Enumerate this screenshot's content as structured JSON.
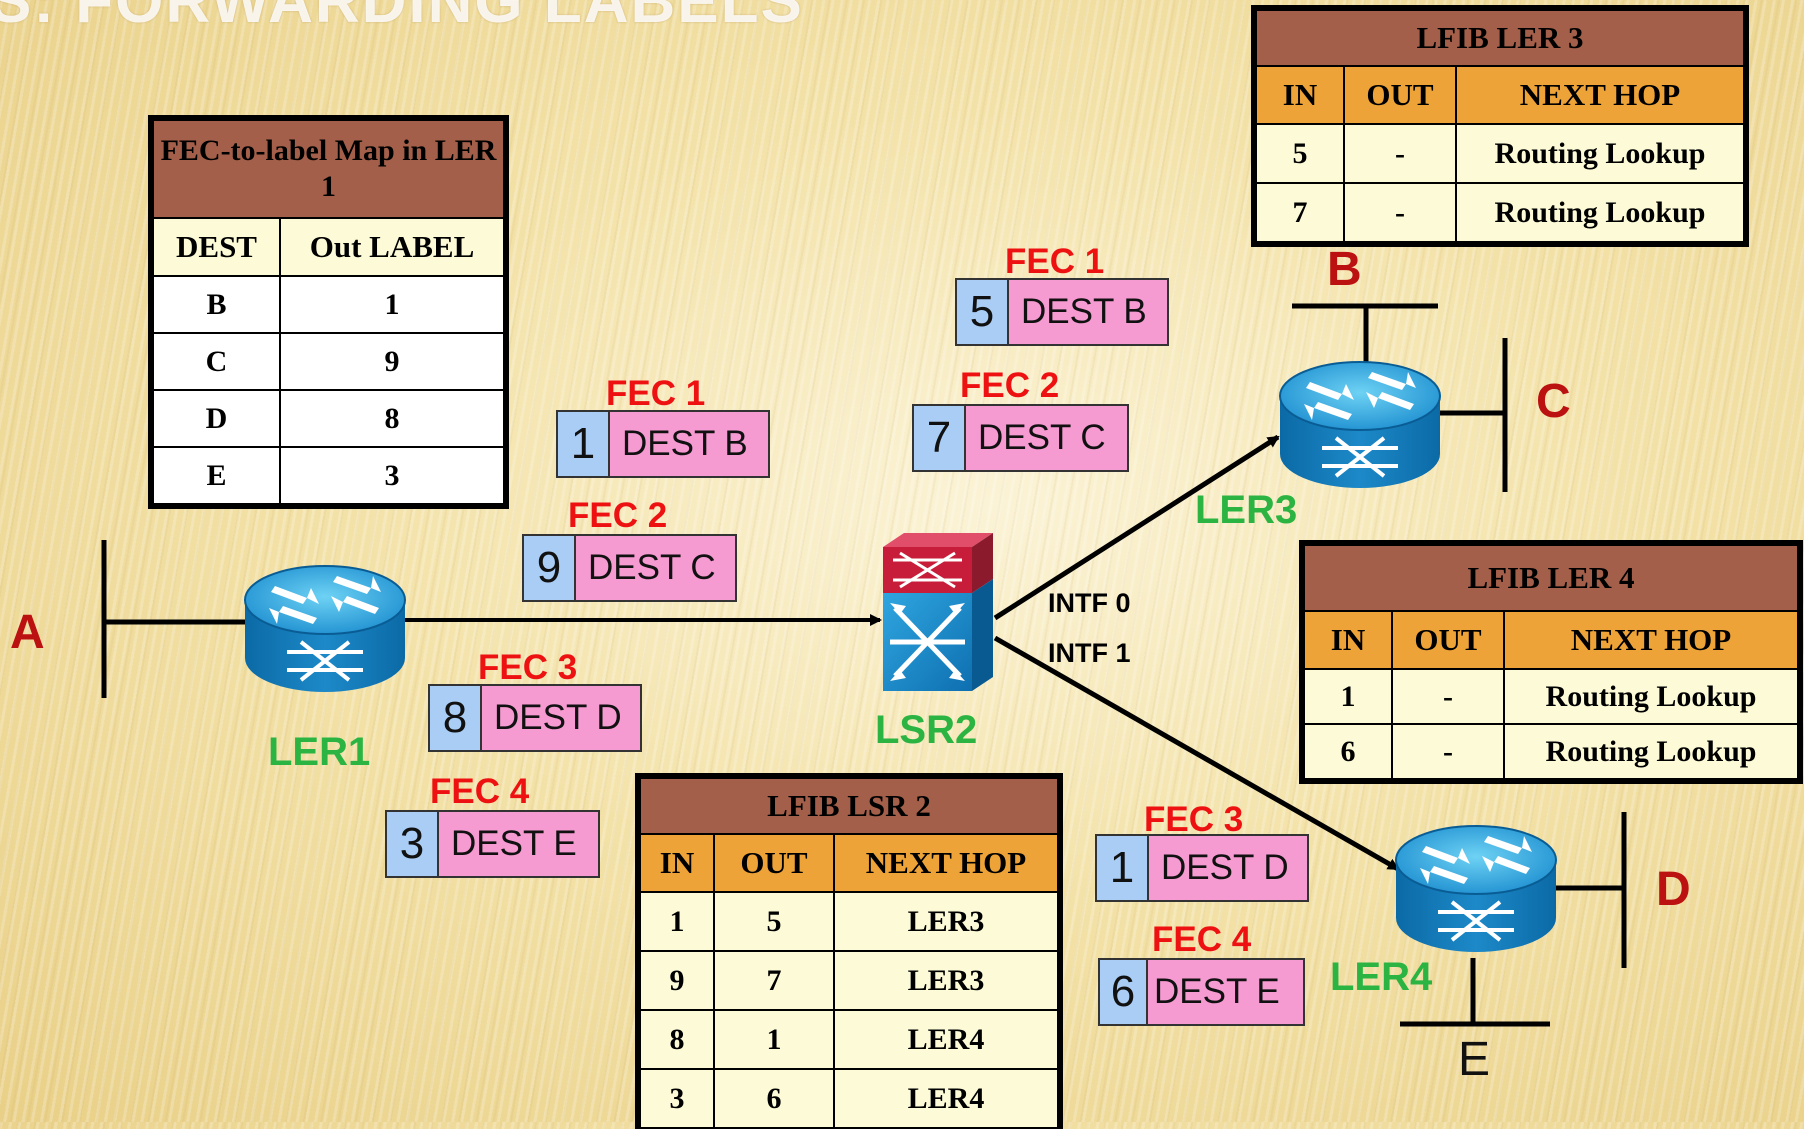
{
  "slide_title_fragment": "S: FORWARDING LABELS",
  "fec_map": {
    "title": "FEC-to-label Map in LER 1",
    "columns": [
      "DEST",
      "Out LABEL"
    ],
    "rows": [
      {
        "dest": "B",
        "label": "1"
      },
      {
        "dest": "C",
        "label": "9"
      },
      {
        "dest": "D",
        "label": "8"
      },
      {
        "dest": "E",
        "label": "3"
      }
    ]
  },
  "lfib_ler3": {
    "title": "LFIB LER 3",
    "columns": [
      "IN",
      "OUT",
      "NEXT HOP"
    ],
    "rows": [
      {
        "in": "5",
        "out": "-",
        "next": "Routing Lookup"
      },
      {
        "in": "7",
        "out": "-",
        "next": "Routing Lookup"
      }
    ]
  },
  "lfib_ler4": {
    "title": "LFIB LER 4",
    "columns": [
      "IN",
      "OUT",
      "NEXT HOP"
    ],
    "rows": [
      {
        "in": "1",
        "out": "-",
        "next": "Routing Lookup"
      },
      {
        "in": "6",
        "out": "-",
        "next": "Routing Lookup"
      }
    ]
  },
  "lfib_lsr2": {
    "title": "LFIB LSR 2",
    "columns": [
      "IN",
      "OUT",
      "NEXT HOP"
    ],
    "rows": [
      {
        "in": "1",
        "out": "5",
        "next": "LER3"
      },
      {
        "in": "9",
        "out": "7",
        "next": "LER3"
      },
      {
        "in": "8",
        "out": "1",
        "next": "LER4"
      },
      {
        "in": "3",
        "out": "6",
        "next": "LER4"
      }
    ]
  },
  "packets": {
    "left": [
      {
        "fec": "FEC 1",
        "label": "1",
        "dest": "DEST B"
      },
      {
        "fec": "FEC 2",
        "label": "9",
        "dest": "DEST C"
      },
      {
        "fec": "FEC 3",
        "label": "8",
        "dest": "DEST D"
      },
      {
        "fec": "FEC 4",
        "label": "3",
        "dest": "DEST E"
      }
    ],
    "upper": [
      {
        "fec": "FEC 1",
        "label": "5",
        "dest": "DEST B"
      },
      {
        "fec": "FEC 2",
        "label": "7",
        "dest": "DEST C"
      }
    ],
    "lower": [
      {
        "fec": "FEC 3",
        "label": "1",
        "dest": "DEST D"
      },
      {
        "fec": "FEC 4",
        "label": "6",
        "dest": "DEST E"
      }
    ]
  },
  "nodes": {
    "ler1": "LER1",
    "lsr2": "LSR2",
    "ler3": "LER3",
    "ler4": "LER4"
  },
  "interfaces": {
    "intf0": "INTF 0",
    "intf1": "INTF 1"
  },
  "endpoints": {
    "a": "A",
    "b": "B",
    "c": "C",
    "d": "D",
    "e": "E"
  },
  "icons": {
    "router": "router-icon",
    "switch": "atm-switch-icon"
  },
  "colors": {
    "table_header": "#a35f49",
    "table_columns": "#eea338",
    "label_number": "#a9cdf5",
    "label_dest": "#f69ad2",
    "fec_text": "#ee1111",
    "node_text": "#2cb442",
    "endpoint_text": "#bb1111"
  }
}
